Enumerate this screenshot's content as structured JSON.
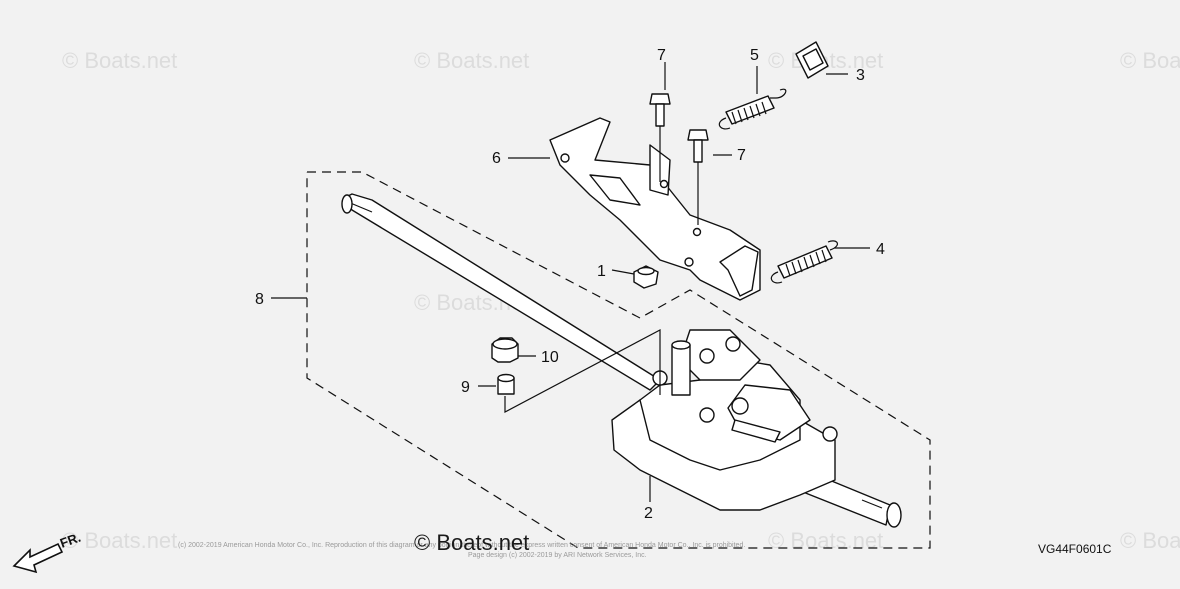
{
  "watermarks": [
    "© Boats.net",
    "© Boats.net",
    "© Boats.net",
    "© Boats.net",
    "© Boats.net",
    "© Boats.net",
    "© Boats.net",
    "© Boats.net"
  ],
  "main_watermark": "© Boats.net",
  "callouts": [
    "1",
    "2",
    "3",
    "4",
    "5",
    "6",
    "7",
    "7",
    "8",
    "9",
    "10"
  ],
  "diagram_code": "VG44F0601C",
  "front_marker": "FR.",
  "copyright_line1": "(c) 2002-2019 American Honda Motor Co., Inc. Reproduction of this diagram or any portion thereof without the express written consent of American Honda Motor Co., Inc. is prohibited.",
  "copyright_line2": "Page design (c) 2002-2019 by ARI Network Services, Inc."
}
